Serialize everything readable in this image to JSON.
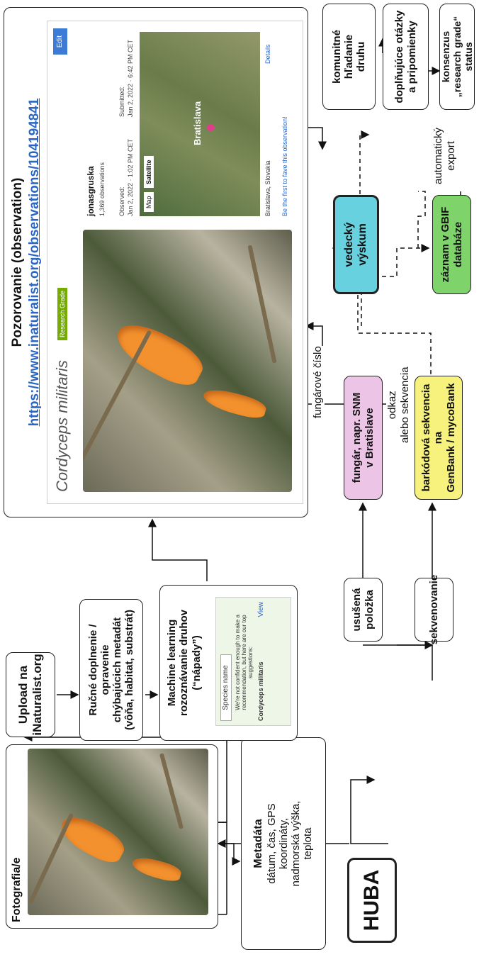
{
  "nodes": {
    "huba": "HUBA",
    "photo_title": "Fotografia/e",
    "metadata_title": "Metadáta",
    "metadata_text": "dátum, čas, GPS\nkoordináty,\nnadmorská výška,\nteplota",
    "upload": "Upload na\niNaturalist.org",
    "manual": "Ručné doplnenie / opravenie\nchýbajúcich metadát\n(vôňa, habitat, substrát)",
    "ml": "Machine learning\nrozoznávanie druhov\n(“nápady”)",
    "observation_title": "Pozorovanie (observation)",
    "observation_url": "https://www.inaturalist.org/observations/104194841",
    "dried": "usušená položka",
    "sequencing": "sekvenovanie",
    "fungarium": "fungár, napr. SNM\nv Bratislave",
    "barcode": "barkódová sekvencia na\nGenBank / mycoBank",
    "research": "vedecký výskum",
    "gbif": "záznam v GBIF\ndatabáze",
    "community": "komunitné hľadanie\ndruhu",
    "questions": "doplňujúce otázky\na pripomienky",
    "consensus": "konsenzus\n„research grade“\nstatus"
  },
  "edge_labels": {
    "fungarium_number": "fungárové číslo",
    "link_or_sequence": "odkaz\nalebo sekvencia",
    "auto_export": "automatický\nexport"
  },
  "screenshot": {
    "species": "Cordyceps militaris",
    "research_grade": "Research Grade",
    "user": "jonasgruska",
    "user_obs": "1,369 observations",
    "observed_label": "Observed:",
    "observed_date": "Jan 2, 2022 · 1:02 PM CET",
    "submitted_label": "Submitted:",
    "submitted_date": "Jan 2, 2022 · 6:42 PM CET",
    "location": "Bratislava, Slovakia",
    "fave": "Be the first to fave this observation!",
    "map_btn": "Map",
    "sat_btn": "Satellite",
    "city": "Bratislava",
    "details": "Details",
    "edit": "Edit",
    "ml_text": "We're not confident enough to make a recommendation, but here are our top suggestions:",
    "ml_suggestion": "Cordyceps militaris",
    "ml_view": "View",
    "ml_search": "Species name"
  },
  "colors": {
    "fungarium": "#ecc5e6",
    "barcode": "#f6f27d",
    "research": "#67d1df",
    "gbif": "#7ed36a",
    "link": "#2a66c4"
  }
}
